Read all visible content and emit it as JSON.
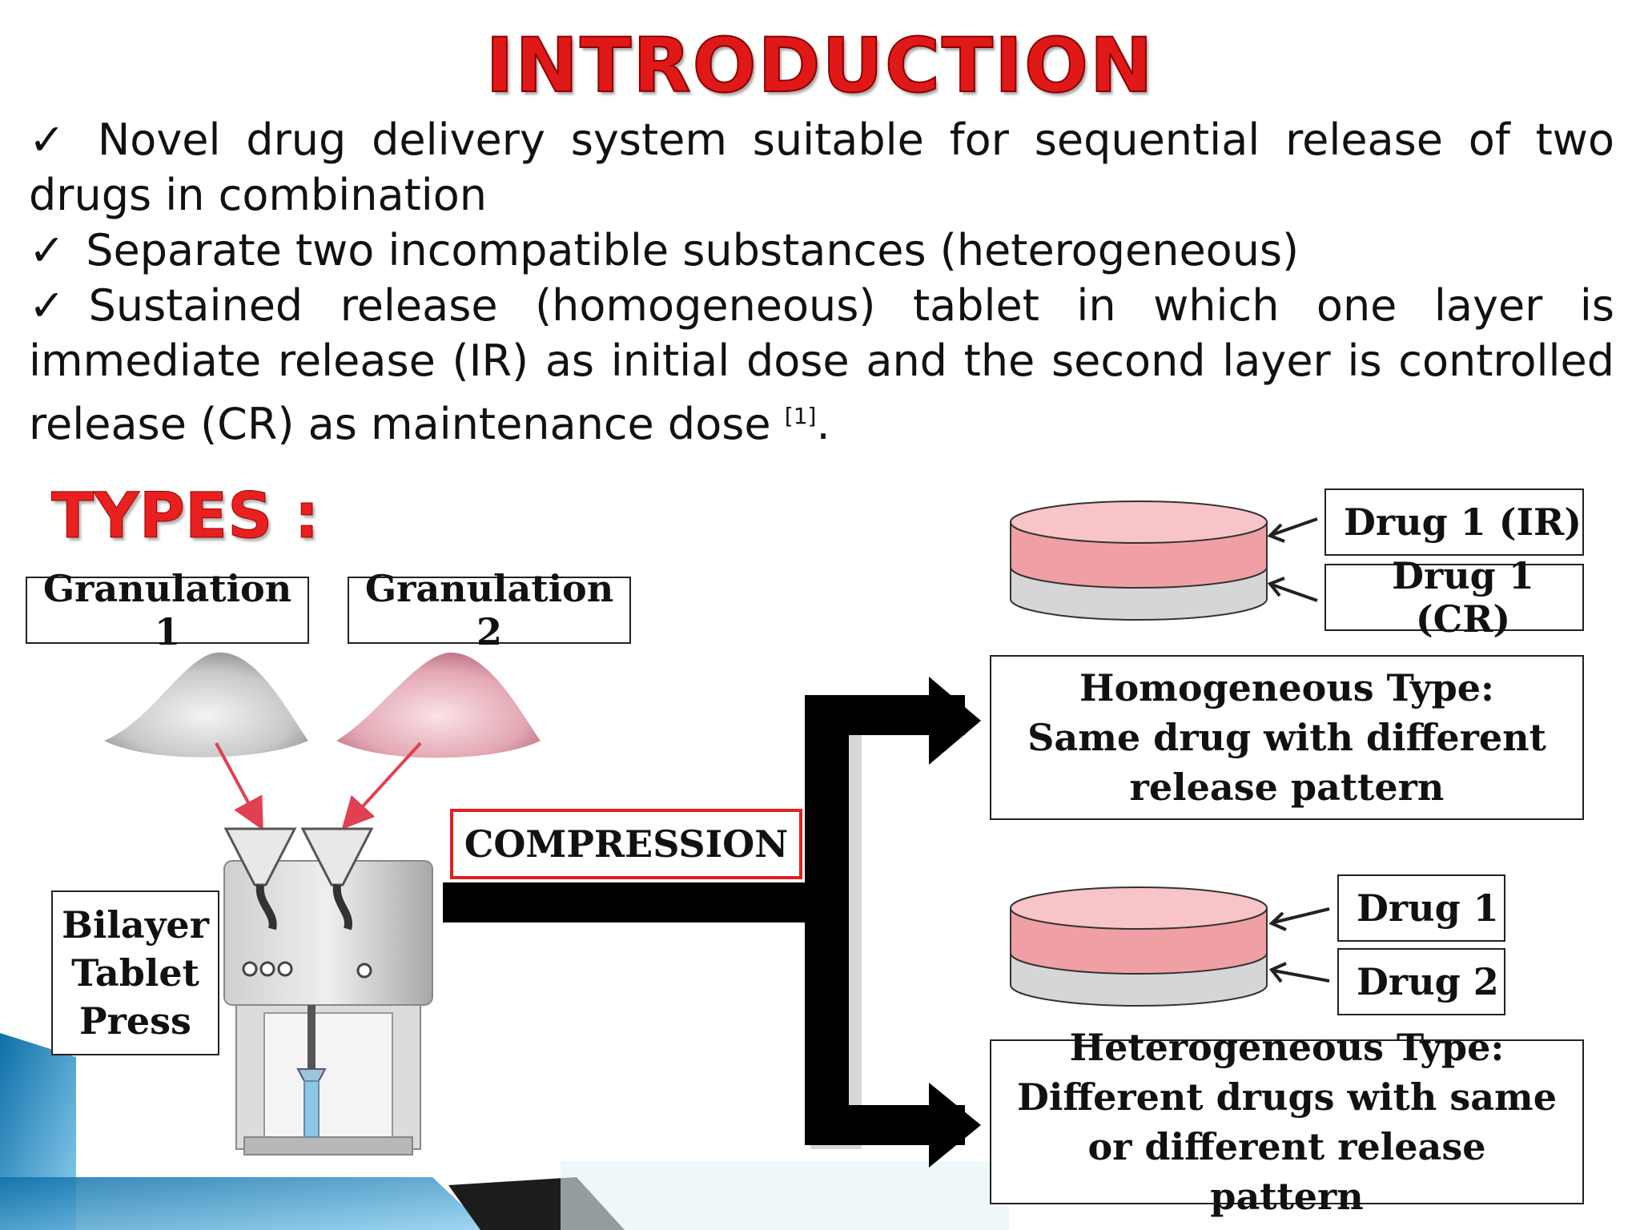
{
  "title": "INTRODUCTION",
  "bullets": [
    {
      "mark": "✓",
      "text": "Novel drug delivery system suitable for sequential release of two drugs in combination"
    },
    {
      "mark": "✓",
      "text": "Separate two incompatible substances (heterogeneous)"
    },
    {
      "mark": "✓",
      "text": "Sustained release (homogeneous) tablet in which one layer is immediate release (IR) as initial dose and the second layer is controlled release (CR) as maintenance dose",
      "ref": "[1]",
      "tail": "."
    }
  ],
  "types_heading": "TYPES :",
  "diagram": {
    "granulation_1": "Granulation 1",
    "granulation_2": "Granulation 2",
    "press_label": [
      "Bilayer",
      "Tablet",
      "Press"
    ],
    "compression": "COMPRESSION",
    "homogeneous": {
      "layer_top": "Drug 1 (IR)",
      "layer_bottom": "Drug 1 (CR)",
      "description": "Homogeneous Type: Same drug with different release pattern"
    },
    "heterogeneous": {
      "layer_top": "Drug 1",
      "layer_bottom": "Drug 2",
      "description": "Heterogeneous Type: Different drugs with same or different release pattern"
    }
  },
  "colors": {
    "title_red": "#e01818",
    "tablet_pink": "#f0a0a4",
    "tablet_grey": "#d6d6d8",
    "compression_border": "#e02020",
    "slide_accent_blue": "#1e8fc8"
  }
}
